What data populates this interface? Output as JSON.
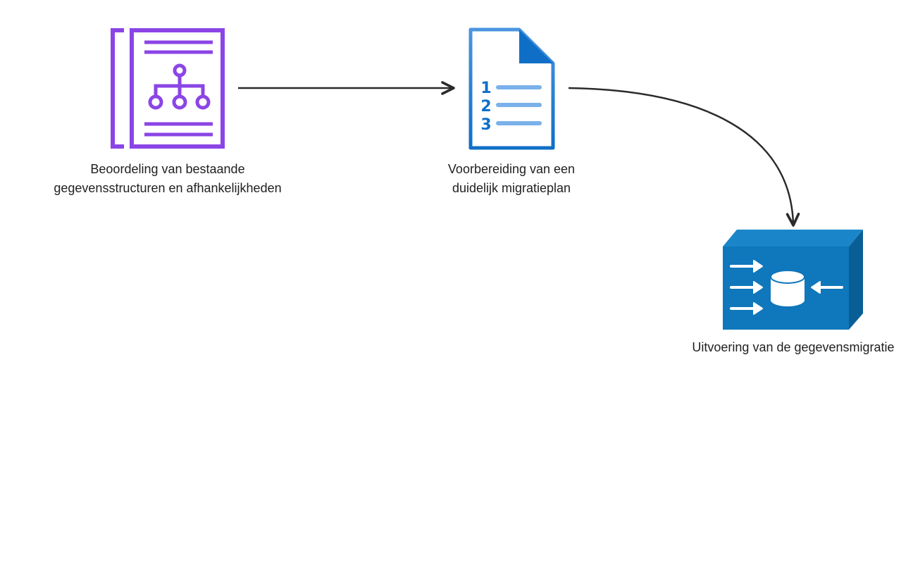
{
  "nodes": [
    {
      "id": "assessment",
      "icon": "document-hierarchy-icon",
      "lines": [
        "Beoordeling van bestaande",
        "gegevensstructuren en afhankelijkheden"
      ]
    },
    {
      "id": "planning",
      "icon": "numbered-list-document-icon",
      "lines": [
        "Voorbereiding van een",
        "duidelijk migratieplan"
      ],
      "list_numbers": [
        "1",
        "2",
        "3"
      ]
    },
    {
      "id": "execution",
      "icon": "database-migration-icon",
      "lines": [
        "Uitvoering van de gegevensmigratie"
      ]
    }
  ],
  "edges": [
    {
      "from": "assessment",
      "to": "planning",
      "style": "straight"
    },
    {
      "from": "planning",
      "to": "execution",
      "style": "curved"
    }
  ],
  "colors": {
    "purple": "#8b45e6",
    "blue_light": "#4a95e0",
    "blue_dark": "#0f6fc7",
    "blue_list": "#7ab1ea",
    "box_front": "#0f77bb",
    "box_top": "#1a86c9",
    "box_side": "#0a5e96",
    "arrow": "#2a2a2a",
    "text": "#1f1f1f"
  }
}
